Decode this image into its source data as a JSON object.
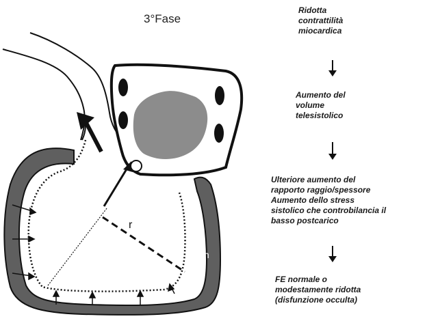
{
  "title": "3°Fase",
  "labels": {
    "radius": "r",
    "thickness": "th"
  },
  "flow": [
    {
      "lines": [
        "Ridotta",
        "contrattilità",
        "miocardica"
      ]
    },
    {
      "lines": [
        "Aumento del",
        "volume",
        "telesistolico"
      ]
    },
    {
      "lines": [
        "Ulteriore aumento del",
        "rapporto raggio/spessore",
        "Aumento dello stress",
        "sistolico che controbilancia il",
        "basso postcarico"
      ]
    },
    {
      "lines": [
        "FE normale o",
        "modestamente ridotta",
        "(disfunzione occulta)"
      ]
    }
  ],
  "colors": {
    "wall": "#5f5f5f",
    "atrium_fill": "#8c8c8c",
    "ink": "#111111"
  }
}
